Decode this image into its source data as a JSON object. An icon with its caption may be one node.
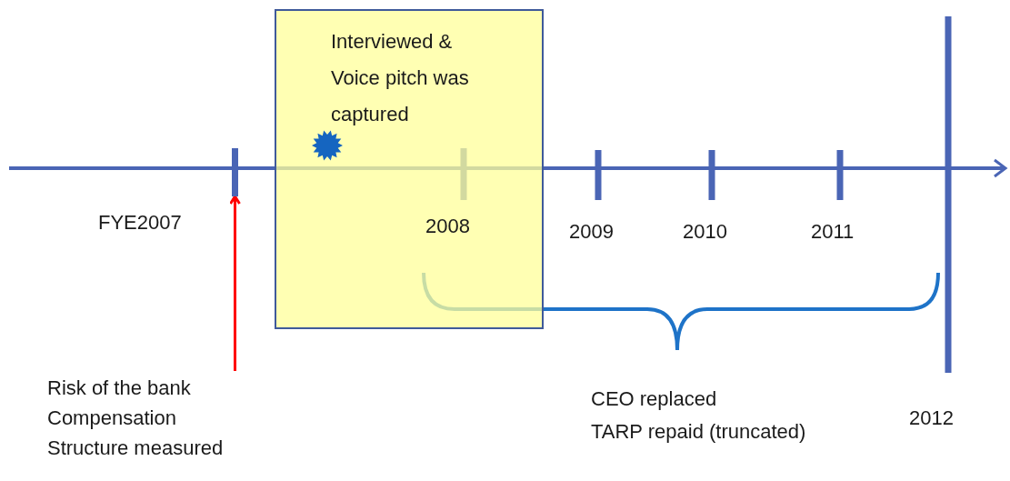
{
  "diagram": {
    "nodes": [
      {
        "text": [
          "Interviewed & Voice pitch was captured"
        ]
      },
      {
        "text": [
          "Risk of the bank Compensation Structure measured"
        ]
      },
      {
        "text": [],
        "shape": "bar"
      }
    ],
    "edges": [
      {
        "from": 1,
        "to": 2,
        "arrow": "to",
        "color": "#ff0000"
      }
    ],
    "labels": [
      "FYE2007",
      "2008",
      "2009",
      "2010",
      "2011",
      "CEO replaced",
      "TARP repaid (truncated)",
      "2012"
    ]
  }
}
